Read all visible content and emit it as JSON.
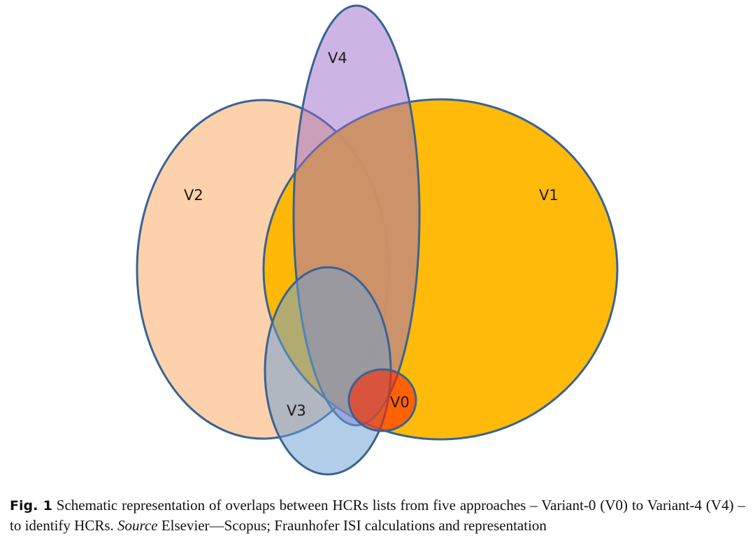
{
  "diagram": {
    "sets": [
      {
        "id": "V2",
        "label": "V2",
        "fill": "#fdd1ab"
      },
      {
        "id": "V1",
        "label": "V1",
        "fill": "#ffb700"
      },
      {
        "id": "V4",
        "label": "V4",
        "fill": "#b690d6"
      },
      {
        "id": "V3",
        "label": "V3",
        "fill": "#8fb4dc"
      },
      {
        "id": "V0",
        "label": "V0",
        "fill": "#ff4a00"
      }
    ],
    "outline_color": "#3a6392"
  },
  "caption": {
    "fig_label": "Fig. 1",
    "text_part1": "Schematic representation of overlaps between HCRs lists from five approaches – Variant-0 (V0) to Variant-4 (V4) – to identify HCRs.",
    "source_word": "Source",
    "text_part2": "Elsevier—Scopus; Fraunhofer ISI calculations and representation"
  }
}
